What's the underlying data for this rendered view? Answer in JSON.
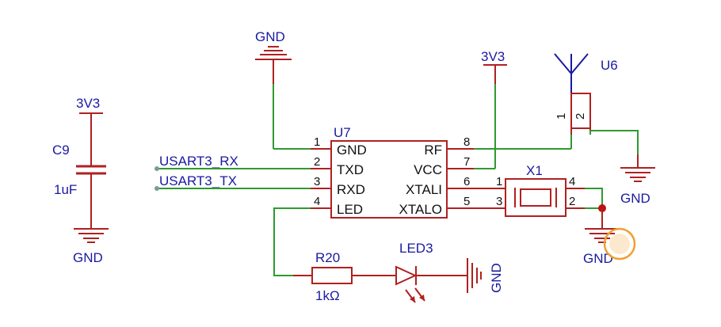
{
  "labels": {
    "gnd": "GND",
    "v3v3": "3V3",
    "c9_ref": "C9",
    "c9_val": "1uF",
    "u7_ref": "U7",
    "u6_ref": "U6",
    "x1_ref": "X1",
    "r20_ref": "R20",
    "r20_val": "1kΩ",
    "led3_ref": "LED3",
    "net_rx": "USART3_RX",
    "net_tx": "USART3_TX"
  },
  "u7": {
    "pins_left": [
      {
        "num": "1",
        "name": "GND"
      },
      {
        "num": "2",
        "name": "TXD"
      },
      {
        "num": "3",
        "name": "RXD"
      },
      {
        "num": "4",
        "name": "LED"
      }
    ],
    "pins_right": [
      {
        "num": "8",
        "name": "RF"
      },
      {
        "num": "7",
        "name": "VCC"
      },
      {
        "num": "6",
        "name": "XTALI"
      },
      {
        "num": "5",
        "name": "XTALO"
      }
    ]
  },
  "u6_pins": [
    "1",
    "2"
  ],
  "x1_pins": {
    "p1": "1",
    "p4": "4",
    "p3": "3",
    "p2": "2"
  },
  "colors": {
    "component": "#b02020",
    "wire": "#2e9a2e",
    "label": "#1a1aa0",
    "highlight": "#f0a030"
  }
}
